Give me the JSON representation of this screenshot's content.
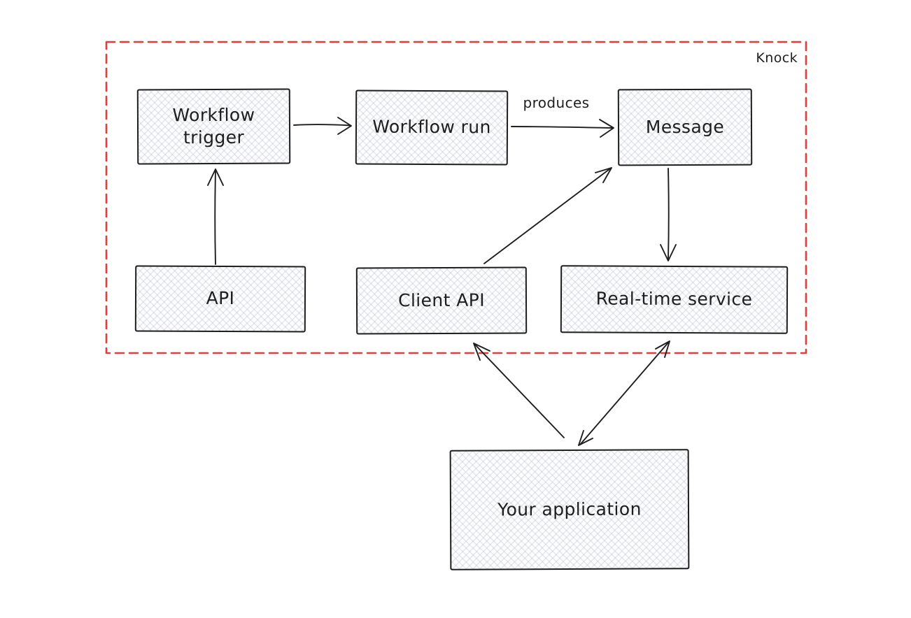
{
  "diagram": {
    "container": {
      "label": "Knock"
    },
    "nodes": [
      {
        "id": "workflow-trigger",
        "label": "Workflow trigger"
      },
      {
        "id": "workflow-run",
        "label": "Workflow run"
      },
      {
        "id": "message",
        "label": "Message"
      },
      {
        "id": "api",
        "label": "API"
      },
      {
        "id": "client-api",
        "label": "Client API"
      },
      {
        "id": "real-time-service",
        "label": "Real-time service"
      },
      {
        "id": "your-application",
        "label": "Your application"
      }
    ],
    "edges": [
      {
        "from": "workflow-trigger",
        "to": "workflow-run",
        "label": "",
        "arrow": "single"
      },
      {
        "from": "workflow-run",
        "to": "message",
        "label": "produces",
        "arrow": "single"
      },
      {
        "from": "api",
        "to": "workflow-trigger",
        "label": "",
        "arrow": "single"
      },
      {
        "from": "client-api",
        "to": "message",
        "label": "",
        "arrow": "single"
      },
      {
        "from": "message",
        "to": "real-time-service",
        "label": "",
        "arrow": "single"
      },
      {
        "from": "your-application",
        "to": "client-api",
        "label": "",
        "arrow": "single"
      },
      {
        "from": "real-time-service",
        "to": "your-application",
        "label": "",
        "arrow": "double"
      }
    ],
    "colors": {
      "ink": "#1e1e1e",
      "accent_red": "#e03d3d",
      "node_fill": "#fdfdfe",
      "hatch": "#a8b2c2"
    }
  }
}
